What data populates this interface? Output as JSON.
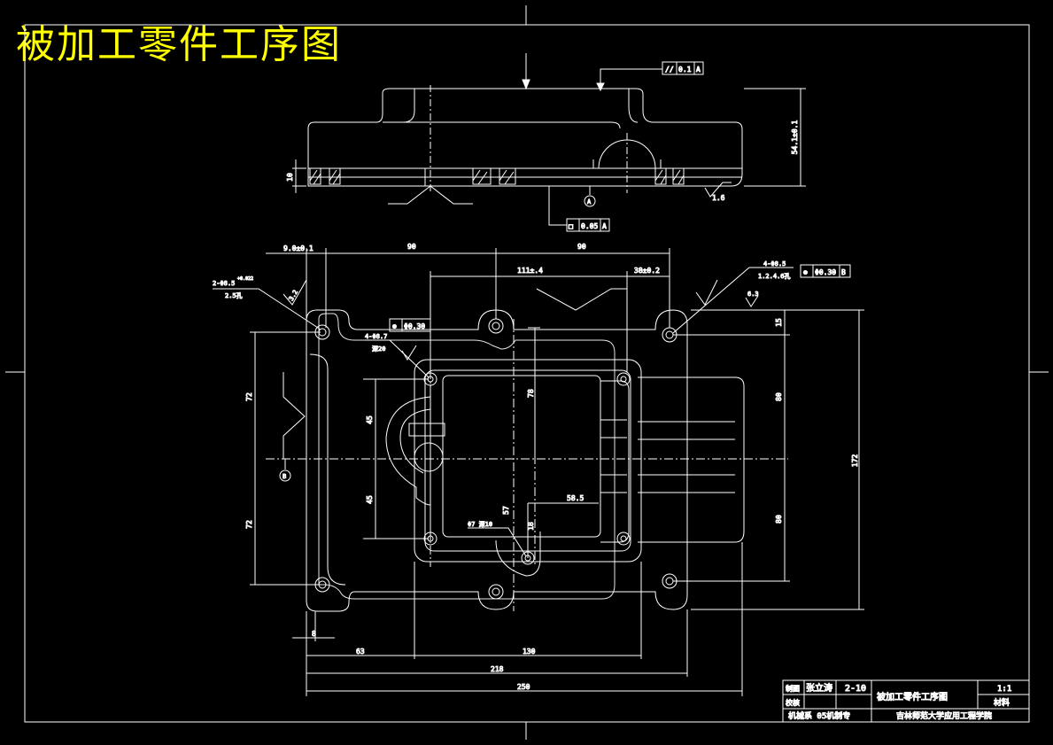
{
  "header": {
    "title": "被加工零件工序图"
  },
  "dimensions": {
    "overall_length": "250",
    "length_218": "218",
    "length_130": "130",
    "length_63": "63",
    "length_8": "8",
    "top_90a": "90",
    "top_90b": "90",
    "top_9": "9.0±0.1",
    "top_111": "111±.4",
    "top_38": "38±0.2",
    "height_172": "172",
    "height_15": "15",
    "height_80a": "80",
    "height_80b": "80",
    "height_72a": "72",
    "height_72b": "72",
    "height_45a": "45",
    "height_45b": "45",
    "height_78": "78",
    "height_18": "18",
    "height_57": "57",
    "width_58": "58.5",
    "side_height": "54.1±0.1",
    "side_thickness": "10",
    "roughness_16": "1.6",
    "roughness_32": "3.2",
    "roughness_63": "6.3",
    "hole_left_a": "2-Φ8.5",
    "hole_left_tol": "+0.022",
    "hole_left_b": "2.5孔",
    "hole_right_a": "4-Φ8.5",
    "hole_right_b": "1.2.4.6孔",
    "hole_inner_a": "4-Φ8.7",
    "hole_inner_b": "深20",
    "hole_bottom": "Φ7 深10",
    "datum_a": "A",
    "datum_b": "B"
  },
  "tolerances": {
    "parallel": {
      "symbol": "//",
      "value": "0.1",
      "datum": "A"
    },
    "flatness": {
      "symbol": "□",
      "value": "0.05",
      "datum": "A"
    },
    "position_right": {
      "symbol": "⊕",
      "value": "Φ0.30",
      "datum": "B"
    },
    "position_inner": {
      "symbol": "⊕",
      "value": "Φ0.30"
    }
  },
  "title_block": {
    "drawn_label": "制图",
    "drawn_name": "张立涛",
    "checked_label": "校核",
    "number": "2-10",
    "drawing_name": "被加工零件工序图",
    "scale": "1:1",
    "material_label": "材料",
    "department": "机械系 05机制专",
    "school": "吉林师范大学应用工程学院"
  }
}
